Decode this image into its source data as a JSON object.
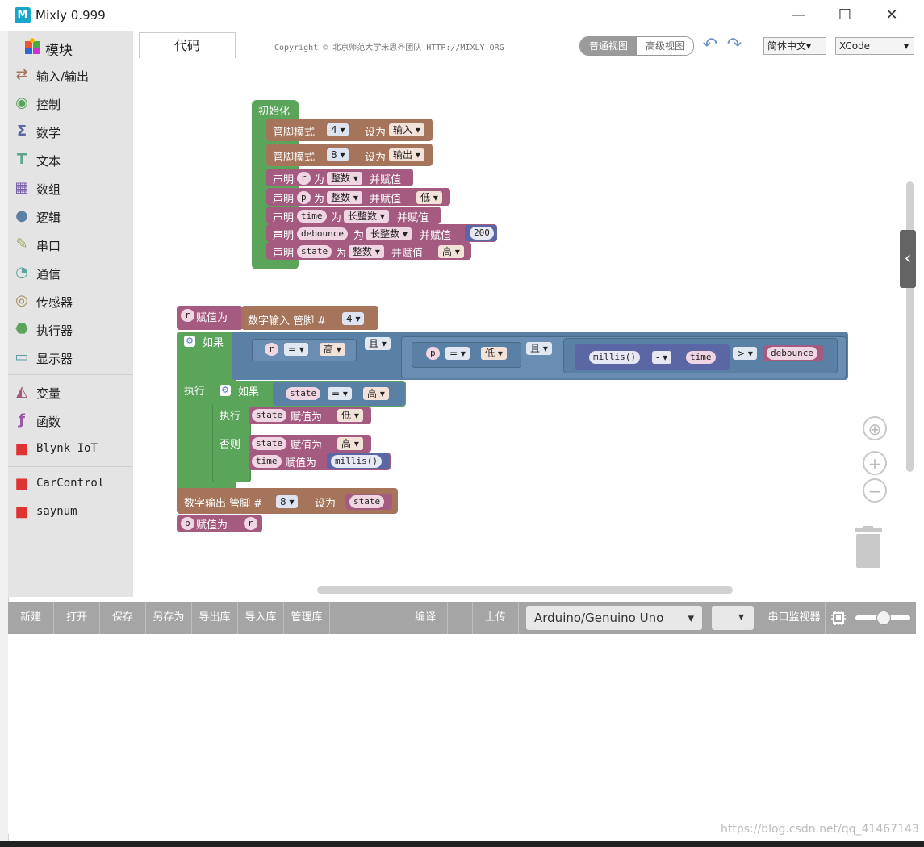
{
  "window": {
    "title": "Mixly 0.999",
    "logo_text": "M",
    "minimize": "—",
    "maximize": "☐",
    "close": "✕"
  },
  "sidebar": {
    "header": "模块",
    "items": [
      {
        "label": "输入/输出",
        "icon": "arrows-icon",
        "color": "#a5745b"
      },
      {
        "label": "控制",
        "icon": "gamepad-icon",
        "color": "#5ba55b"
      },
      {
        "label": "数学",
        "icon": "math-icon",
        "color": "#5b67a5"
      },
      {
        "label": "文本",
        "icon": "text-icon",
        "color": "#5ba58c"
      },
      {
        "label": "数组",
        "icon": "array-icon",
        "color": "#745ba5"
      },
      {
        "label": "逻辑",
        "icon": "logic-bulb-icon",
        "color": "#5b80a5"
      },
      {
        "label": "串口",
        "icon": "serial-pen-icon",
        "color": "#9aa55b"
      },
      {
        "label": "通信",
        "icon": "communication-icon",
        "color": "#5ba5a0"
      },
      {
        "label": "传感器",
        "icon": "sensor-icon",
        "color": "#a58c5b"
      },
      {
        "label": "执行器",
        "icon": "actuator-icon",
        "color": "#5ba55b"
      },
      {
        "label": "显示器",
        "icon": "display-icon",
        "color": "#5b9ba5"
      },
      {
        "label": "变量",
        "icon": "variable-icon",
        "color": "#a55b80"
      },
      {
        "label": "函数",
        "icon": "function-icon",
        "color": "#995ba5"
      },
      {
        "label": "Blynk IoT",
        "icon": "cube-icon",
        "color": "#d33"
      },
      {
        "label": "CarControl",
        "icon": "cube-icon",
        "color": "#d33"
      },
      {
        "label": "saynum",
        "icon": "cube-icon",
        "color": "#d33"
      }
    ]
  },
  "toolbar": {
    "tab_code": "代码",
    "copyright": "Copyright © 北京师范大学米思齐团队 HTTP://MIXLY.ORG",
    "view_normal": "普通视图",
    "view_advanced": "高级视图",
    "undo": "↶",
    "redo": "↷",
    "language": "简体中文▾",
    "theme": "XCode",
    "theme_arrow": "▾"
  },
  "blocks": {
    "init": {
      "header": "初始化",
      "pinmode": "管脚模式",
      "set_as": "设为",
      "pin1": "4 ▾",
      "mode1": "输入 ▾",
      "pin2": "8 ▾",
      "mode2": "输出 ▾",
      "declare": "声明",
      "as": "为",
      "assign": "并赋值",
      "int_type": "整数 ▾",
      "long_type": "长整数 ▾",
      "var_r": "r",
      "var_p": "p",
      "var_time": "time",
      "var_debounce": "debounce",
      "var_state": "state",
      "low": "低 ▾",
      "high": "高 ▾",
      "val_200": "200"
    },
    "loop": {
      "r_assign": "赋值为",
      "digital_read": "数字输入 管脚 #",
      "read_pin": "4 ▾",
      "if": "如果",
      "eq": "= ▾",
      "and": "且 ▾",
      "high": "高 ▾",
      "low": "低 ▾",
      "millis": "millis()",
      "minus": "- ▾",
      "gt": "> ▾",
      "do": "执行",
      "else": "否则",
      "digital_write": "数字输出 管脚 #",
      "write_pin": "8 ▾",
      "set_as": "设为",
      "gear": "⚙"
    }
  },
  "workspace_controls": {
    "center": "⊕",
    "zoom_in": "+",
    "zoom_out": "−",
    "collapse": "‹"
  },
  "bottombar": {
    "new": "新建",
    "open": "打开",
    "save": "保存",
    "save_as": "另存为",
    "export_lib": "导出库",
    "import_lib": "导入库",
    "manage_lib": "管理库",
    "compile": "编译",
    "upload": "上传",
    "board": "Arduino/Genuino Uno",
    "board_arrow": "▾",
    "port_arrow": "▾",
    "serial_monitor": "串口监视器"
  },
  "watermark": "https://blog.csdn.net/qq_41467143"
}
